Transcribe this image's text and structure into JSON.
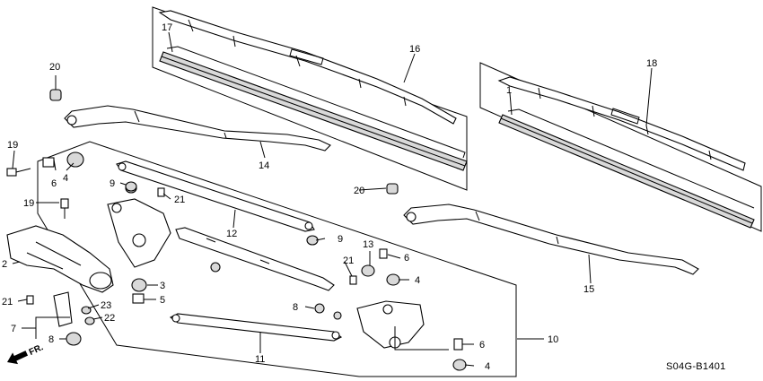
{
  "callouts": {
    "n1": "1",
    "n2": "2",
    "n3": "3",
    "n4a": "4",
    "n4b": "4",
    "n4c": "4",
    "n5": "5",
    "n6a": "6",
    "n6b": "6",
    "n6c": "6",
    "n7": "7",
    "n8a": "8",
    "n8b": "8",
    "n9a": "9",
    "n9b": "9",
    "n10": "10",
    "n11": "11",
    "n12": "12",
    "n13": "13",
    "n14": "14",
    "n15": "15",
    "n16": "16",
    "n17": "17",
    "n18": "18",
    "n19a": "19",
    "n19b": "19",
    "n20a": "20",
    "n20b": "20",
    "n21a": "21",
    "n21b": "21",
    "n21c": "21",
    "n22": "22",
    "n23": "23"
  },
  "direction_label": "FR.",
  "diagram_code": "S04G-B1401"
}
